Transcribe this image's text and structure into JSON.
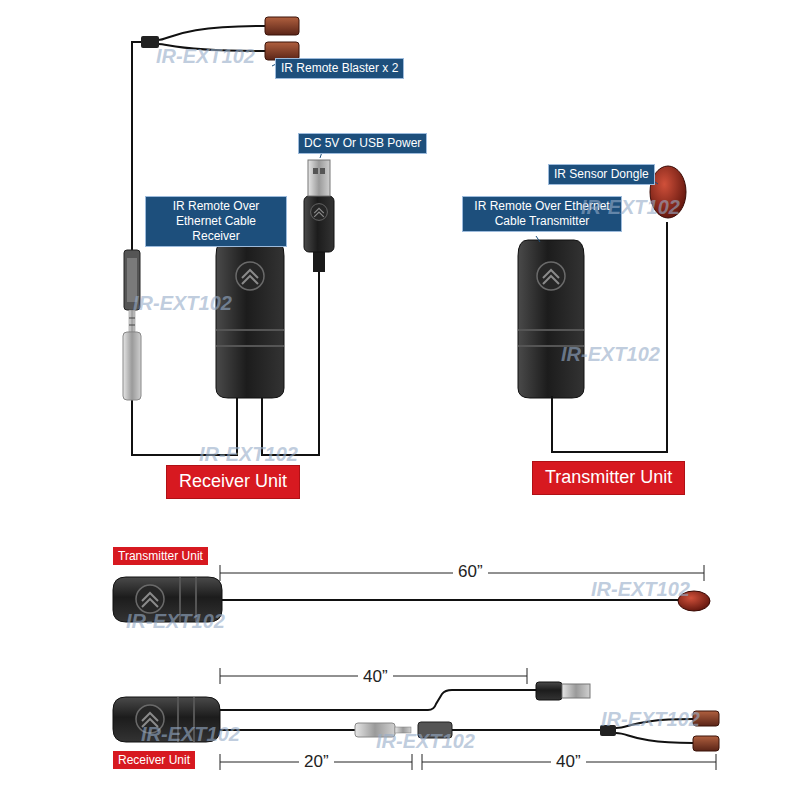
{
  "diagram": {
    "nodes": [
      {
        "text": [
          "IR Remote Blaster x 2"
        ]
      },
      {
        "text": [
          "DC 5V Or USB Power"
        ]
      },
      {
        "text": [
          "IR Sensor Dongle"
        ]
      },
      {
        "text": [
          "IR Remote Over Ethernet Cable Receiver"
        ]
      },
      {
        "text": [
          "IR Remote Over Ethernet Cable Transmitter"
        ]
      },
      {
        "text": [
          "Receiver Unit"
        ]
      },
      {
        "text": [
          "Transmitter Unit"
        ]
      },
      {
        "text": [
          "Transmitter Unit"
        ]
      },
      {
        "text": [
          "Receiver Unit"
        ]
      }
    ],
    "labels": [
      "IR-EXT102",
      "IR-EXT102",
      "IR-EXT102",
      "IR-EXT102",
      "IR-EXT102",
      "60”",
      "IR-EXT102",
      "IR-EXT102",
      "40”",
      "IR-EXT102",
      "IR-EXT102",
      "IR-EXT102",
      "20”",
      "40”"
    ]
  }
}
